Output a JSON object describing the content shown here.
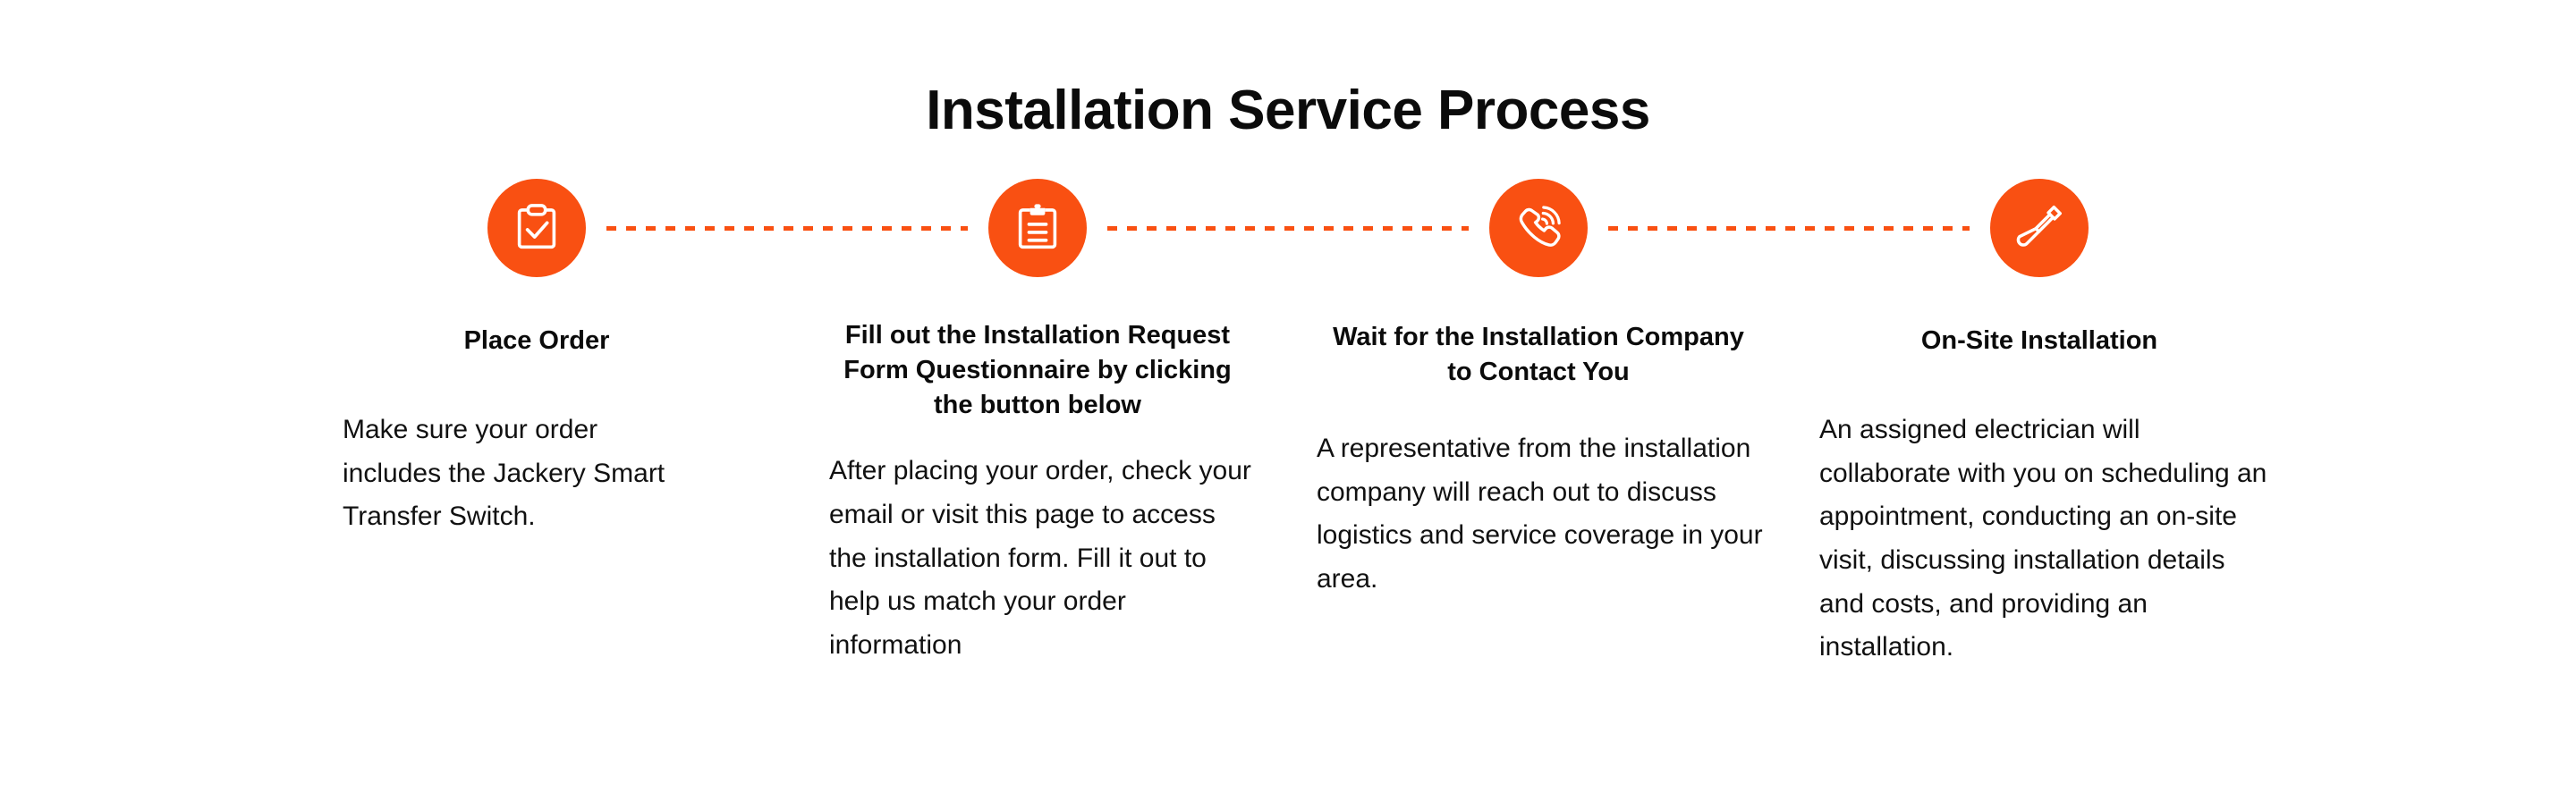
{
  "page": {
    "title": "Installation Service Process",
    "background_color": "#ffffff",
    "accent_color": "#f95012",
    "text_color": "#111111"
  },
  "connector": {
    "style": "dashed",
    "color": "#f95012"
  },
  "steps": [
    {
      "icon": "clipboard-check-icon",
      "heading": "Place Order",
      "body": "Make sure your order includes the Jackery Smart Transfer Switch."
    },
    {
      "icon": "clipboard-form-icon",
      "heading": "Fill out the Installation Request Form Questionnaire by clicking the button below",
      "body": "After placing your order, check your email or visit this page to access the installation form. Fill it out to help us match your order information"
    },
    {
      "icon": "phone-ringing-icon",
      "heading": "Wait for the Installation Company to Contact You",
      "body": "A representative from the installation company will reach out to discuss logistics and service coverage in your area."
    },
    {
      "icon": "screwdriver-icon",
      "heading": "On-Site Installation",
      "body": "An assigned electrician will collaborate with you on scheduling an appointment, conducting an on-site visit, discussing installation details and costs, and providing an installation."
    }
  ]
}
